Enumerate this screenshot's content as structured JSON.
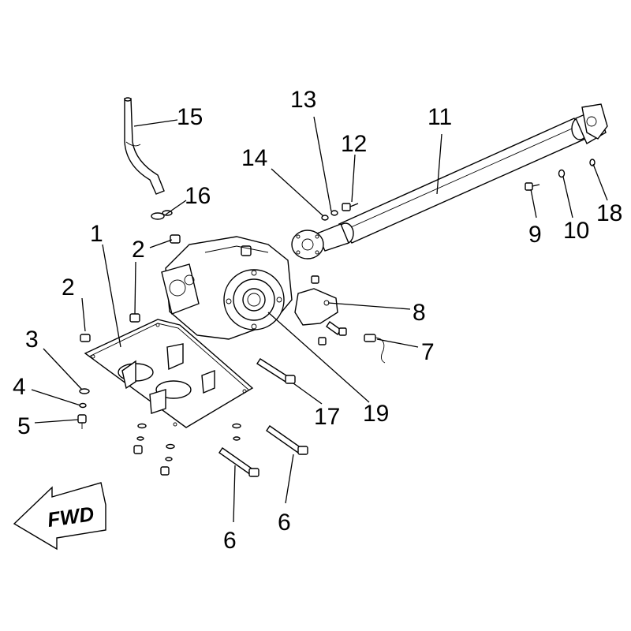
{
  "diagram": {
    "type": "exploded-parts-diagram",
    "direction_indicator": {
      "label": "FWD",
      "icon": "arrow-left-icon"
    },
    "callouts": [
      {
        "id": "c1",
        "label": "1"
      },
      {
        "id": "c2a",
        "label": "2"
      },
      {
        "id": "c2b",
        "label": "2"
      },
      {
        "id": "c3",
        "label": "3"
      },
      {
        "id": "c4",
        "label": "4"
      },
      {
        "id": "c5",
        "label": "5"
      },
      {
        "id": "c6a",
        "label": "6"
      },
      {
        "id": "c6b",
        "label": "6"
      },
      {
        "id": "c7",
        "label": "7"
      },
      {
        "id": "c8",
        "label": "8"
      },
      {
        "id": "c9",
        "label": "9"
      },
      {
        "id": "c10",
        "label": "10"
      },
      {
        "id": "c11",
        "label": "11"
      },
      {
        "id": "c12",
        "label": "12"
      },
      {
        "id": "c13",
        "label": "13"
      },
      {
        "id": "c14",
        "label": "14"
      },
      {
        "id": "c15",
        "label": "15"
      },
      {
        "id": "c16",
        "label": "16"
      },
      {
        "id": "c17",
        "label": "17"
      },
      {
        "id": "c18",
        "label": "18"
      },
      {
        "id": "c19",
        "label": "19"
      }
    ]
  }
}
